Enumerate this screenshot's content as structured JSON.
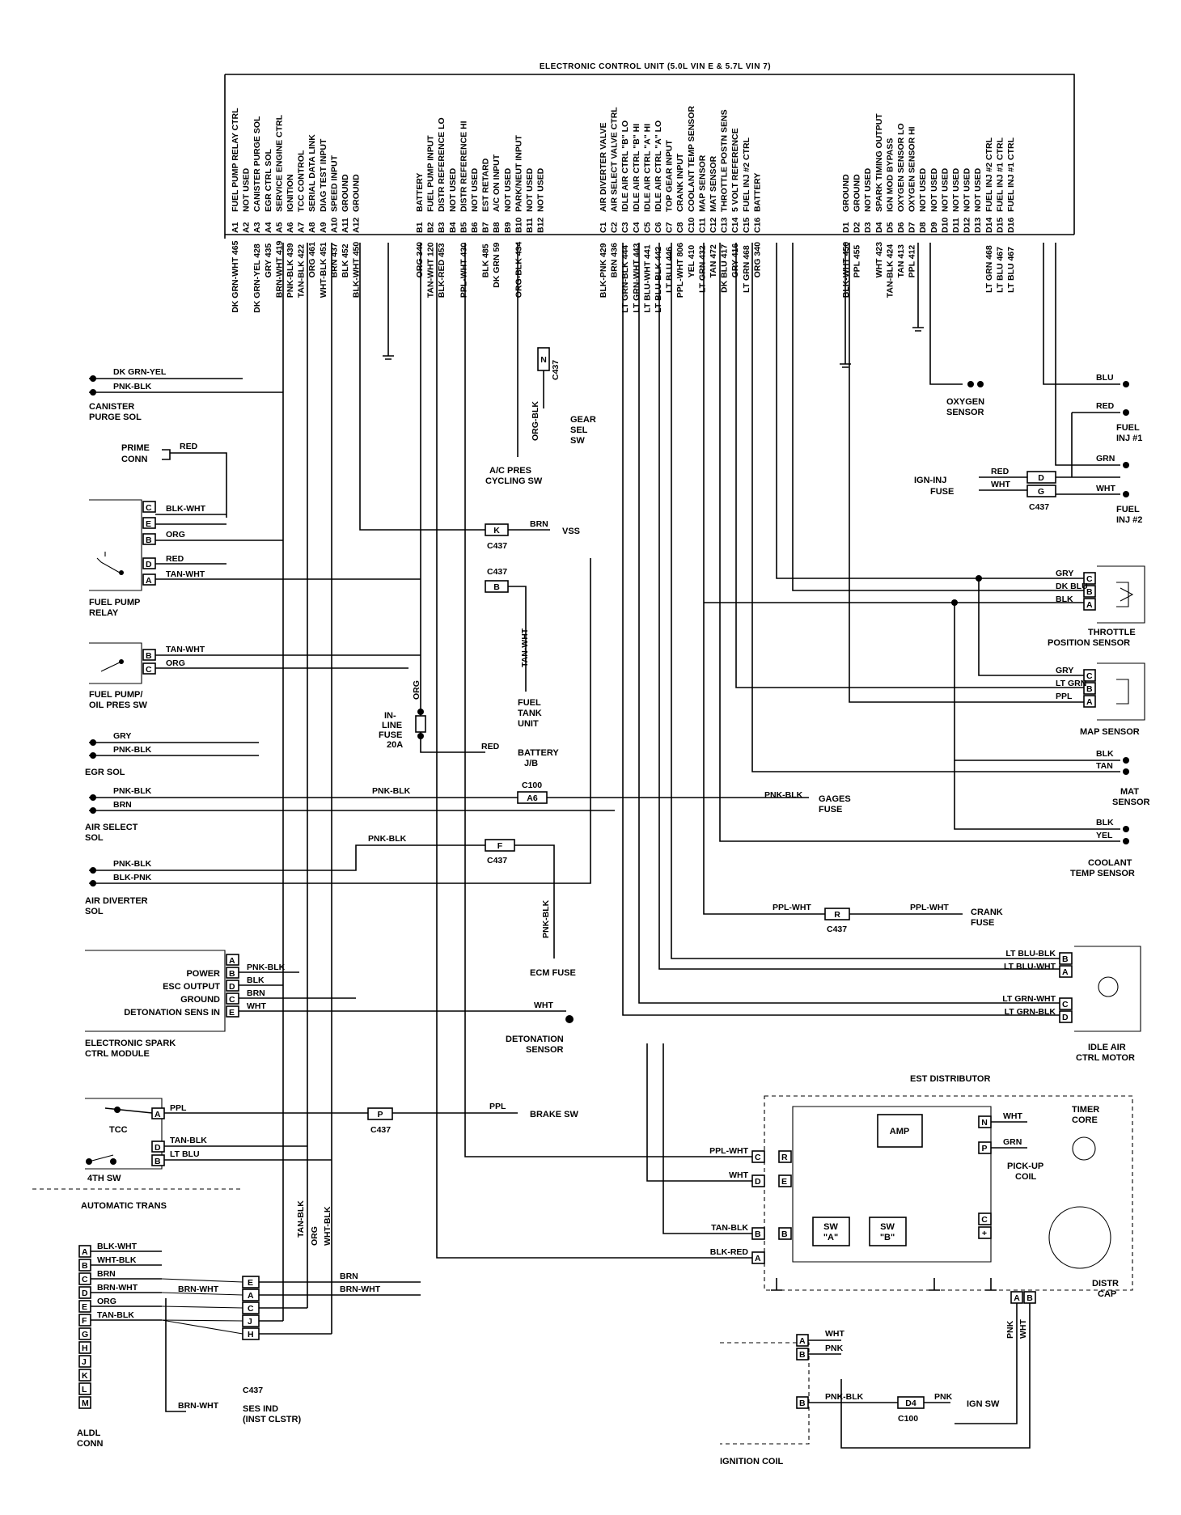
{
  "ecu": {
    "title": "ELECTRONIC CONTROL UNIT (5.0L VIN E & 5.7L VIN 7)",
    "pins": [
      {
        "pin": "A1",
        "func": "FUEL PUMP RELAY CTRL",
        "wire": "DK GRN-WHT 465"
      },
      {
        "pin": "A2",
        "func": "NOT USED",
        "wire": ""
      },
      {
        "pin": "A3",
        "func": "CANISTER PURGE SOL",
        "wire": "DK GRN-YEL 428"
      },
      {
        "pin": "A4",
        "func": "EGR CTRL SOL",
        "wire": "GRY 435"
      },
      {
        "pin": "A5",
        "func": "SERVICE ENGINE CTRL",
        "wire": "BRN-WHT 419"
      },
      {
        "pin": "A6",
        "func": "IGNITION",
        "wire": "PNK-BLK 439"
      },
      {
        "pin": "A7",
        "func": "TCC CONTROL",
        "wire": "TAN-BLK 422"
      },
      {
        "pin": "A8",
        "func": "SERIAL DATA LINK",
        "wire": "ORG 461"
      },
      {
        "pin": "A9",
        "func": "DIAG TEST INPUT",
        "wire": "WHT-BLK 451"
      },
      {
        "pin": "A10",
        "func": "SPEED INPUT",
        "wire": "BRN 437"
      },
      {
        "pin": "A11",
        "func": "GROUND",
        "wire": "BLK 452"
      },
      {
        "pin": "A12",
        "func": "GROUND",
        "wire": "BLK-WHT 450"
      },
      {
        "pin": "B1",
        "func": "BATTERY",
        "wire": "ORG 340"
      },
      {
        "pin": "B2",
        "func": "FUEL PUMP INPUT",
        "wire": "TAN-WHT 120"
      },
      {
        "pin": "B3",
        "func": "DISTR REFERENCE LO",
        "wire": "BLK-RED 453"
      },
      {
        "pin": "B4",
        "func": "NOT USED",
        "wire": ""
      },
      {
        "pin": "B5",
        "func": "DISTR REFERENCE HI",
        "wire": "PPL-WHT 430"
      },
      {
        "pin": "B6",
        "func": "NOT USED",
        "wire": ""
      },
      {
        "pin": "B7",
        "func": "EST RETARD",
        "wire": "BLK 485"
      },
      {
        "pin": "B8",
        "func": "A/C ON INPUT",
        "wire": "DK GRN 59"
      },
      {
        "pin": "B9",
        "func": "NOT USED",
        "wire": ""
      },
      {
        "pin": "B10",
        "func": "PARK/NEUT INPUT",
        "wire": "ORG-BLK 434"
      },
      {
        "pin": "B11",
        "func": "NOT USED",
        "wire": ""
      },
      {
        "pin": "B12",
        "func": "NOT USED",
        "wire": ""
      },
      {
        "pin": "C1",
        "func": "AIR DIVERTER VALVE",
        "wire": "BLK-PNK 429"
      },
      {
        "pin": "C2",
        "func": "AIR SELECT VALVE CTRL",
        "wire": "BRN 436"
      },
      {
        "pin": "C3",
        "func": "IDLE AIR CTRL \"B\" LO",
        "wire": "LT GRN-BLK 444"
      },
      {
        "pin": "C4",
        "func": "IDLE AIR CTRL \"B\" HI",
        "wire": "LT GRN-WHT 443"
      },
      {
        "pin": "C5",
        "func": "IDLE AIR CTRL \"A\" HI",
        "wire": "LT BLU-WHT 441"
      },
      {
        "pin": "C6",
        "func": "IDLE AIR CTRL \"A\" LO",
        "wire": "LT BLU-BLK 442"
      },
      {
        "pin": "C7",
        "func": "TOP GEAR INPUT",
        "wire": "LT BLU 446"
      },
      {
        "pin": "C8",
        "func": "CRANK INPUT",
        "wire": "PPL-WHT 806"
      },
      {
        "pin": "C10",
        "func": "COOLANT TEMP SENSOR",
        "wire": "YEL 410"
      },
      {
        "pin": "C11",
        "func": "MAP SENSOR",
        "wire": "LT GRN 432"
      },
      {
        "pin": "C12",
        "func": "MAT SENSOR",
        "wire": "TAN 472"
      },
      {
        "pin": "C13",
        "func": "THROTTLE POSTN SENS",
        "wire": "DK BLU 417"
      },
      {
        "pin": "C14",
        "func": "5 VOLT REFERENCE",
        "wire": "GRY 416"
      },
      {
        "pin": "C15",
        "func": "FUEL INJ #2 CTRL",
        "wire": "LT GRN 468"
      },
      {
        "pin": "C16",
        "func": "BATTERY",
        "wire": "ORG 340"
      },
      {
        "pin": "D1",
        "func": "GROUND",
        "wire": "BLK-WHT 450"
      },
      {
        "pin": "D2",
        "func": "GROUND",
        "wire": "PPL 455"
      },
      {
        "pin": "D3",
        "func": "NOT USED",
        "wire": ""
      },
      {
        "pin": "D4",
        "func": "SPARK TIMING OUTPUT",
        "wire": "WHT 423"
      },
      {
        "pin": "D5",
        "func": "IGN MOD BYPASS",
        "wire": "TAN-BLK 424"
      },
      {
        "pin": "D6",
        "func": "OXYGEN SENSOR LO",
        "wire": "TAN 413"
      },
      {
        "pin": "D7",
        "func": "OXYGEN SENSOR HI",
        "wire": "PPL 412"
      },
      {
        "pin": "D8",
        "func": "NOT USED",
        "wire": ""
      },
      {
        "pin": "D9",
        "func": "NOT USED",
        "wire": ""
      },
      {
        "pin": "D10",
        "func": "NOT USED",
        "wire": ""
      },
      {
        "pin": "D11",
        "func": "NOT USED",
        "wire": ""
      },
      {
        "pin": "D12",
        "func": "NOT USED",
        "wire": ""
      },
      {
        "pin": "D13",
        "func": "NOT USED",
        "wire": ""
      },
      {
        "pin": "D14",
        "func": "FUEL INJ #2 CTRL",
        "wire": "LT GRN 468"
      },
      {
        "pin": "D15",
        "func": "FUEL INJ #1 CTRL",
        "wire": "LT BLU 467"
      },
      {
        "pin": "D16",
        "func": "FUEL INJ #1 CTRL",
        "wire": "LT BLU 467"
      }
    ]
  },
  "components": {
    "canister": {
      "label1": "CANISTER",
      "label2": "PURGE SOL",
      "w1": "DK GRN-YEL",
      "w2": "PNK-BLK"
    },
    "prime": {
      "label1": "PRIME",
      "label2": "CONN",
      "wire": "RED"
    },
    "fuel_pump_relay": {
      "label1": "FUEL PUMP",
      "label2": "RELAY",
      "wires": [
        "BLK-WHT",
        "ORG",
        "RED",
        "TAN-WHT"
      ],
      "pins": [
        "C",
        "E",
        "B",
        "D",
        "A"
      ]
    },
    "vss": {
      "conn": "K",
      "c": "C437",
      "wire": "BRN",
      "label": "VSS"
    },
    "c437_b": {
      "conn": "B",
      "c": "C437"
    },
    "fuel_tank": {
      "wire": "TAN-WHT",
      "label1": "FUEL",
      "label2": "TANK",
      "label3": "UNIT"
    },
    "fuel_pump_oil": {
      "label1": "FUEL PUMP/",
      "label2": "OIL PRES SW",
      "w1": "TAN-WHT",
      "w2": "ORG",
      "pins": [
        "B",
        "C"
      ]
    },
    "inline_fuse": {
      "wire": "ORG",
      "l1": "IN-",
      "l2": "LINE",
      "l3": "FUSE",
      "l4": "20A"
    },
    "battery": {
      "wire": "RED",
      "label1": "BATTERY",
      "label2": "J/B"
    },
    "egr": {
      "label": "EGR SOL",
      "w1": "GRY",
      "w2": "PNK-BLK"
    },
    "air_select": {
      "label1": "AIR SELECT",
      "label2": "SOL",
      "w1": "PNK-BLK",
      "w2": "BRN"
    },
    "gages": {
      "wire": "PNK-BLK",
      "conn": "A6",
      "c": "C100",
      "wire2": "PNK-BLK",
      "label1": "GAGES",
      "label2": "FUSE"
    },
    "air_diverter": {
      "label1": "AIR DIVERTER",
      "label2": "SOL",
      "w1": "PNK-BLK",
      "w2": "BLK-PNK"
    },
    "c437_f": {
      "conn": "F",
      "c": "C437",
      "wire": "PNK-BLK"
    },
    "ecm_fuse": {
      "wire": "PNK-BLK",
      "label": "ECM FUSE"
    },
    "esc": {
      "label1": "ELECTRONIC SPARK",
      "label2": "CTRL MODULE",
      "rows": [
        {
          "name": "POWER",
          "pin": "B",
          "wire": "PNK-BLK"
        },
        {
          "name": "ESC OUTPUT",
          "pin": "D",
          "wire": "BLK"
        },
        {
          "name": "GROUND",
          "pin": "C",
          "wire": "BRN"
        },
        {
          "name": "DETONATION SENS IN",
          "pin": "E",
          "wire": "WHT"
        }
      ],
      "pinA": "A"
    },
    "detonation": {
      "wire": "WHT",
      "label1": "DETONATION",
      "label2": "SENSOR"
    },
    "tcc": {
      "label": "TCC",
      "w1": "PPL",
      "w2": "TAN-BLK",
      "w3": "LT BLU",
      "pins": [
        "A",
        "D",
        "B"
      ],
      "sw": "4TH SW",
      "trans": "AUTOMATIC TRANS"
    },
    "brake": {
      "conn": "P",
      "c": "C437",
      "wire": "PPL",
      "label": "BRAKE SW"
    },
    "aldl": {
      "label1": "ALDL",
      "label2": "CONN",
      "pins": [
        "A",
        "B",
        "C",
        "D",
        "E",
        "F",
        "G",
        "H",
        "J",
        "K",
        "L",
        "M"
      ],
      "wires": [
        "BLK-WHT",
        "WHT-BLK",
        "BRN",
        "BRN-WHT",
        "ORG",
        "TAN-BLK"
      ],
      "c437pins": [
        "E",
        "A",
        "C",
        "J",
        "H"
      ],
      "c": "C437",
      "brn": "BRN",
      "brnwht": "BRN-WHT",
      "brnwht2": "BRN-WHT",
      "brnwht3": "BRN-WHT",
      "ses1": "SES IND",
      "ses2": "(INST CLSTR)"
    },
    "vert_wires": {
      "tanblk": "TAN-BLK",
      "org": "ORG",
      "whtblk": "WHT-BLK"
    },
    "gear": {
      "conn": "N",
      "c": "C437",
      "wire": "ORG-BLK",
      "l1": "GEAR",
      "l2": "SEL",
      "l3": "SW"
    },
    "ac": {
      "l1": "A/C PRES",
      "l2": "CYCLING SW"
    },
    "oxygen": {
      "l1": "OXYGEN",
      "l2": "SENSOR"
    },
    "inj1": {
      "w1": "BLU",
      "w2": "RED",
      "l1": "FUEL",
      "l2": "INJ #1"
    },
    "inj2": {
      "w1": "GRN",
      "w2": "WHT",
      "l1": "FUEL",
      "l2": "INJ #2"
    },
    "ign_inj": {
      "l1": "IGN-INJ",
      "l2": "FUSE",
      "w1": "RED",
      "w2": "WHT",
      "p1": "D",
      "p2": "G",
      "c": "C437"
    },
    "tps": {
      "w": [
        "GRY",
        "DK BLU",
        "BLK"
      ],
      "pins": [
        "C",
        "B",
        "A"
      ],
      "l1": "THROTTLE",
      "l2": "POSITION SENSOR"
    },
    "map": {
      "w": [
        "GRY",
        "LT GRN",
        "PPL"
      ],
      "pins": [
        "C",
        "B",
        "A"
      ],
      "label": "MAP SENSOR"
    },
    "mat": {
      "w": [
        "BLK",
        "TAN"
      ],
      "l1": "MAT",
      "l2": "SENSOR"
    },
    "coolant": {
      "w": [
        "BLK",
        "YEL"
      ],
      "l1": "COOLANT",
      "l2": "TEMP SENSOR"
    },
    "crank": {
      "wire": "PPL-WHT",
      "conn": "R",
      "c": "C437",
      "wire2": "PPL-WHT",
      "l1": "CRANK",
      "l2": "FUSE"
    },
    "iac": {
      "w": [
        "LT BLU-BLK",
        "LT BLU-WHT",
        "LT GRN-WHT",
        "LT GRN-BLK"
      ],
      "pins": [
        "B",
        "A",
        "C",
        "D"
      ],
      "l1": "IDLE AIR",
      "l2": "CTRL MOTOR"
    },
    "est": {
      "title": "EST DISTRIBUTOR",
      "w": [
        "PPL-WHT",
        "WHT",
        "TAN-BLK",
        "BLK-RED"
      ],
      "pins": [
        "C",
        "D",
        "B",
        "A"
      ],
      "inner": [
        "R",
        "E",
        "B"
      ],
      "amp": "AMP",
      "swa1": "SW",
      "swa2": "\"A\"",
      "swb1": "SW",
      "swb2": "\"B\"",
      "pk": [
        "N",
        "P"
      ],
      "pkw": [
        "WHT",
        "GRN"
      ],
      "pu1": "PICK-UP",
      "pu2": "COIL",
      "tc1": "TIMER",
      "tc2": "CORE",
      "dc1": "DISTR",
      "dc2": "CAP",
      "cp": [
        "C",
        "+"
      ],
      "ab": [
        "A",
        "B"
      ],
      "abw": [
        "PNK",
        "WHT"
      ]
    },
    "ign_coil": {
      "label": "IGNITION COIL",
      "w": [
        "WHT",
        "PNK",
        "PNK-BLK"
      ],
      "pins": [
        "A",
        "B",
        "B"
      ],
      "conn": "D4",
      "c": "C100",
      "wire2": "PNK",
      "sw": "IGN SW"
    }
  }
}
